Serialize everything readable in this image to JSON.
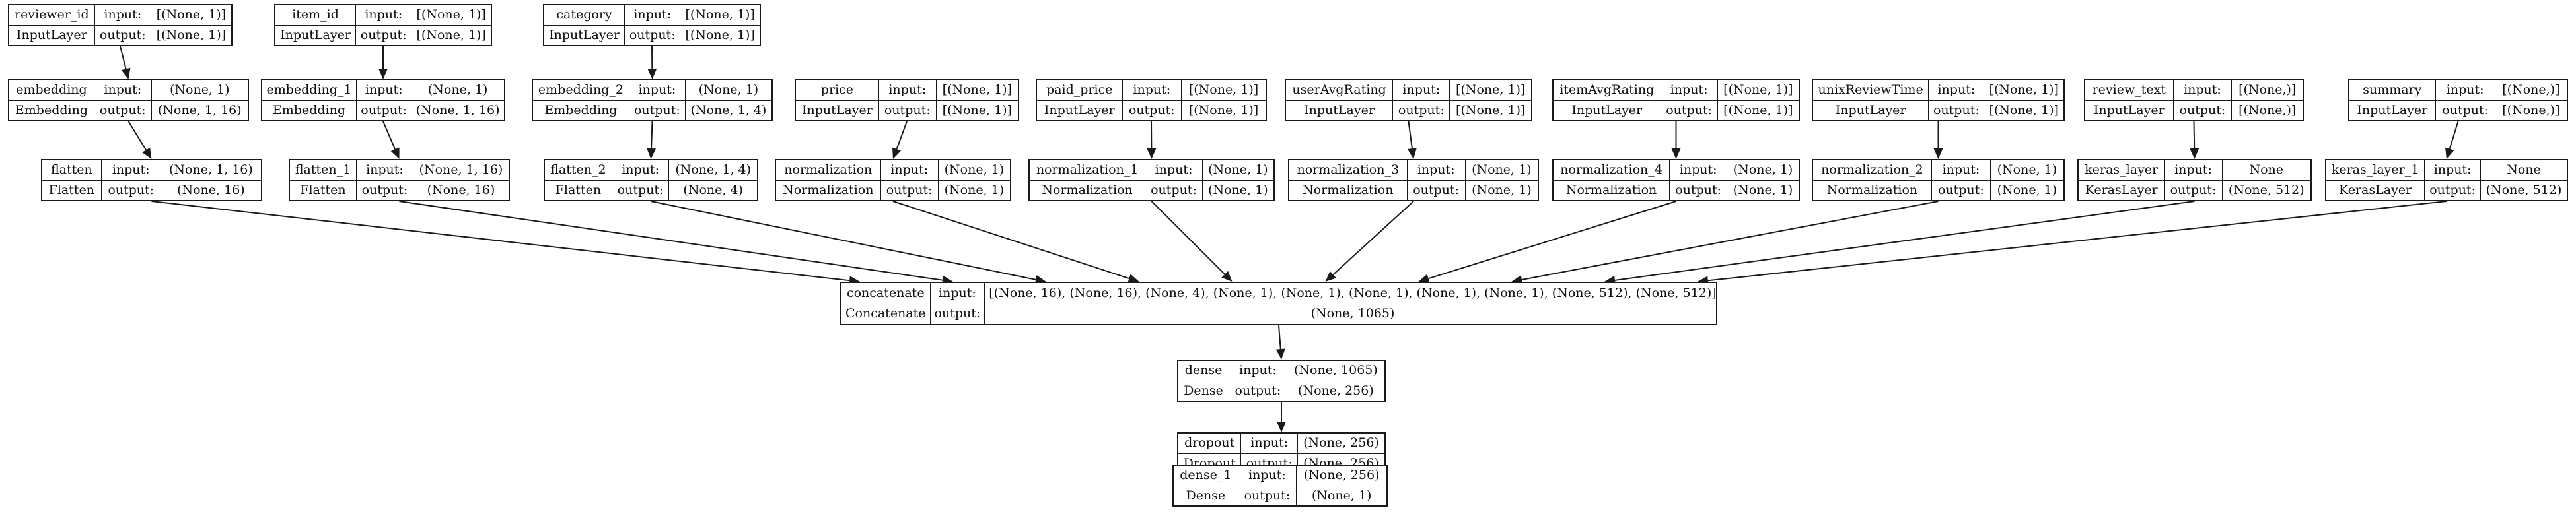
{
  "colors": {
    "stroke": "#1a1a1a",
    "text": "#111111",
    "background": "#ffffff"
  },
  "labels": {
    "input": "input:",
    "output": "output:"
  },
  "nodes": [
    {
      "id": "reviewer_id",
      "name": "reviewer_id",
      "type": "InputLayer",
      "input": "[(None, 1)]",
      "output": "[(None, 1)]"
    },
    {
      "id": "item_id",
      "name": "item_id",
      "type": "InputLayer",
      "input": "[(None, 1)]",
      "output": "[(None, 1)]"
    },
    {
      "id": "category",
      "name": "category",
      "type": "InputLayer",
      "input": "[(None, 1)]",
      "output": "[(None, 1)]"
    },
    {
      "id": "embedding",
      "name": "embedding",
      "type": "Embedding",
      "input": "(None, 1)",
      "output": "(None, 1, 16)"
    },
    {
      "id": "embedding_1",
      "name": "embedding_1",
      "type": "Embedding",
      "input": "(None, 1)",
      "output": "(None, 1, 16)"
    },
    {
      "id": "embedding_2",
      "name": "embedding_2",
      "type": "Embedding",
      "input": "(None, 1)",
      "output": "(None, 1, 4)"
    },
    {
      "id": "price",
      "name": "price",
      "type": "InputLayer",
      "input": "[(None, 1)]",
      "output": "[(None, 1)]"
    },
    {
      "id": "paid_price",
      "name": "paid_price",
      "type": "InputLayer",
      "input": "[(None, 1)]",
      "output": "[(None, 1)]"
    },
    {
      "id": "userAvgRating",
      "name": "userAvgRating",
      "type": "InputLayer",
      "input": "[(None, 1)]",
      "output": "[(None, 1)]"
    },
    {
      "id": "itemAvgRating",
      "name": "itemAvgRating",
      "type": "InputLayer",
      "input": "[(None, 1)]",
      "output": "[(None, 1)]"
    },
    {
      "id": "unixReviewTime",
      "name": "unixReviewTime",
      "type": "InputLayer",
      "input": "[(None, 1)]",
      "output": "[(None, 1)]"
    },
    {
      "id": "review_text",
      "name": "review_text",
      "type": "InputLayer",
      "input": "[(None,)]",
      "output": "[(None,)]"
    },
    {
      "id": "summary",
      "name": "summary",
      "type": "InputLayer",
      "input": "[(None,)]",
      "output": "[(None,)]"
    },
    {
      "id": "flatten",
      "name": "flatten",
      "type": "Flatten",
      "input": "(None, 1, 16)",
      "output": "(None, 16)"
    },
    {
      "id": "flatten_1",
      "name": "flatten_1",
      "type": "Flatten",
      "input": "(None, 1, 16)",
      "output": "(None, 16)"
    },
    {
      "id": "flatten_2",
      "name": "flatten_2",
      "type": "Flatten",
      "input": "(None, 1, 4)",
      "output": "(None, 4)"
    },
    {
      "id": "normalization",
      "name": "normalization",
      "type": "Normalization",
      "input": "(None, 1)",
      "output": "(None, 1)"
    },
    {
      "id": "normalization_1",
      "name": "normalization_1",
      "type": "Normalization",
      "input": "(None, 1)",
      "output": "(None, 1)"
    },
    {
      "id": "normalization_3",
      "name": "normalization_3",
      "type": "Normalization",
      "input": "(None, 1)",
      "output": "(None, 1)"
    },
    {
      "id": "normalization_4",
      "name": "normalization_4",
      "type": "Normalization",
      "input": "(None, 1)",
      "output": "(None, 1)"
    },
    {
      "id": "normalization_2",
      "name": "normalization_2",
      "type": "Normalization",
      "input": "(None, 1)",
      "output": "(None, 1)"
    },
    {
      "id": "keras_layer",
      "name": "keras_layer",
      "type": "KerasLayer",
      "input": "None",
      "output": "(None, 512)"
    },
    {
      "id": "keras_layer_1",
      "name": "keras_layer_1",
      "type": "KerasLayer",
      "input": "None",
      "output": "(None, 512)"
    },
    {
      "id": "concatenate",
      "name": "concatenate",
      "type": "Concatenate",
      "input": "[(None, 16), (None, 16), (None, 4), (None, 1), (None, 1), (None, 1), (None, 1), (None, 1), (None, 512), (None, 512)]",
      "output": "(None, 1065)"
    },
    {
      "id": "dense",
      "name": "dense",
      "type": "Dense",
      "input": "(None, 1065)",
      "output": "(None, 256)"
    },
    {
      "id": "dropout",
      "name": "dropout",
      "type": "Dropout",
      "input": "(None, 256)",
      "output": "(None, 256)"
    },
    {
      "id": "dense_1",
      "name": "dense_1",
      "type": "Dense",
      "input": "(None, 256)",
      "output": "(None, 1)"
    }
  ],
  "edges": [
    [
      "reviewer_id",
      "embedding"
    ],
    [
      "item_id",
      "embedding_1"
    ],
    [
      "category",
      "embedding_2"
    ],
    [
      "embedding",
      "flatten"
    ],
    [
      "embedding_1",
      "flatten_1"
    ],
    [
      "embedding_2",
      "flatten_2"
    ],
    [
      "price",
      "normalization"
    ],
    [
      "paid_price",
      "normalization_1"
    ],
    [
      "userAvgRating",
      "normalization_3"
    ],
    [
      "itemAvgRating",
      "normalization_4"
    ],
    [
      "unixReviewTime",
      "normalization_2"
    ],
    [
      "review_text",
      "keras_layer"
    ],
    [
      "summary",
      "keras_layer_1"
    ],
    [
      "flatten",
      "concatenate"
    ],
    [
      "flatten_1",
      "concatenate"
    ],
    [
      "flatten_2",
      "concatenate"
    ],
    [
      "normalization",
      "concatenate"
    ],
    [
      "normalization_1",
      "concatenate"
    ],
    [
      "normalization_3",
      "concatenate"
    ],
    [
      "normalization_4",
      "concatenate"
    ],
    [
      "normalization_2",
      "concatenate"
    ],
    [
      "keras_layer",
      "concatenate"
    ],
    [
      "keras_layer_1",
      "concatenate"
    ],
    [
      "concatenate",
      "dense"
    ],
    [
      "dense",
      "dropout"
    ],
    [
      "dropout",
      "dense_1"
    ]
  ]
}
